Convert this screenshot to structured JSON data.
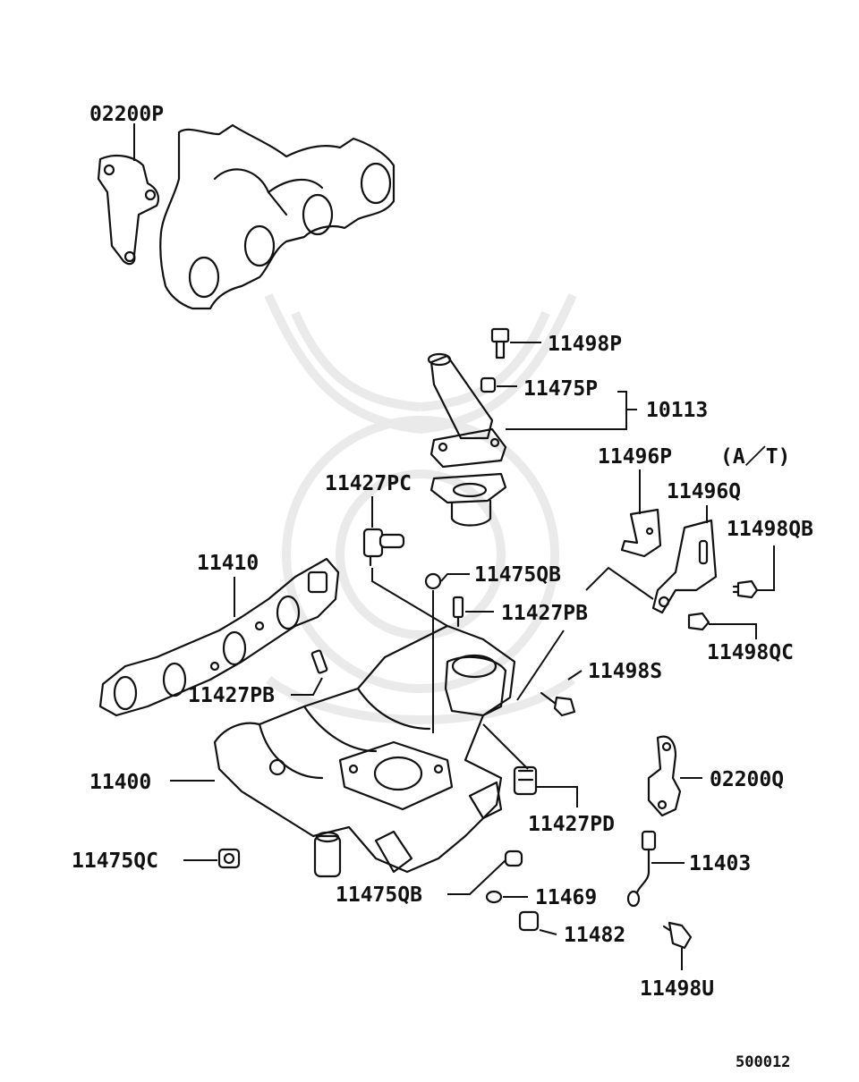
{
  "labels": {
    "p02200P": "02200P",
    "p11498P": "11498P",
    "p11475P": "11475P",
    "p10113": "10113",
    "p11496P": "11496P",
    "at_note": "(A／T)",
    "p11496Q": "11496Q",
    "p11427PC": "11427PC",
    "p11498QB": "11498QB",
    "p11410": "11410",
    "p11475QB_top": "11475QB",
    "p11427PB_right": "11427PB",
    "p11498QC": "11498QC",
    "p11498S": "11498S",
    "p11427PB_left": "11427PB",
    "p11400": "11400",
    "p02200Q": "02200Q",
    "p11427PD": "11427PD",
    "p11475QC": "11475QC",
    "p11403": "11403",
    "p11475QB_bottom": "11475QB",
    "p11469": "11469",
    "p11482": "11482",
    "p11498U": "11498U"
  },
  "footer": {
    "diagram_code": "500012"
  }
}
